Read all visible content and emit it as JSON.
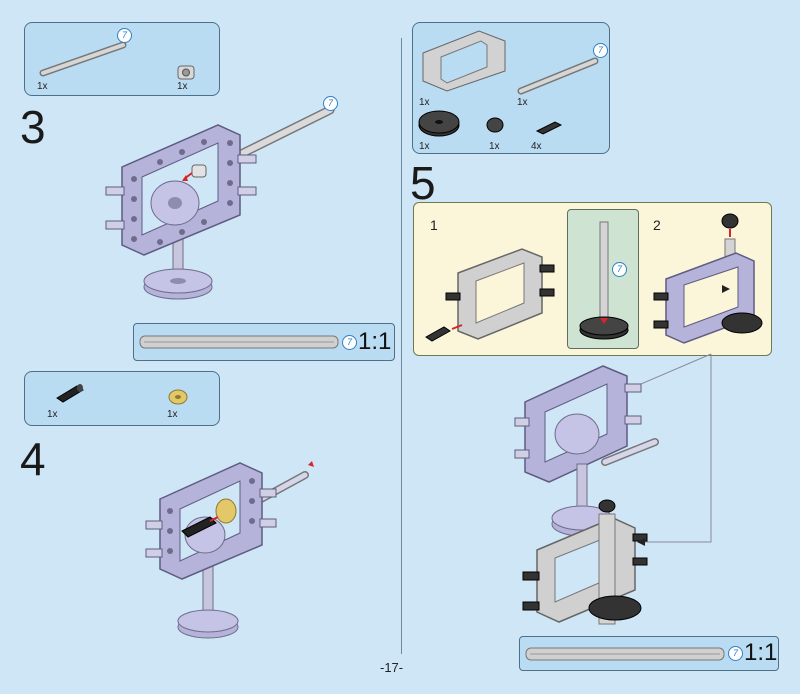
{
  "page": {
    "number": "-17-"
  },
  "steps": {
    "s3": {
      "number": "3",
      "parts": [
        {
          "qty": "1x",
          "part": "axle"
        },
        {
          "qty": "1x",
          "part": "bush"
        }
      ],
      "axle_length": "7",
      "scale": "1:1"
    },
    "s4": {
      "number": "4",
      "parts": [
        {
          "qty": "1x",
          "part": "connector-pin"
        },
        {
          "qty": "1x",
          "part": "tan-gear"
        }
      ]
    },
    "s5": {
      "number": "5",
      "parts": [
        {
          "qty": "1x",
          "part": "frame"
        },
        {
          "qty": "1x",
          "part": "axle"
        },
        {
          "qty": "1x",
          "part": "gear-24"
        },
        {
          "qty": "1x",
          "part": "gear-8"
        },
        {
          "qty": "4x",
          "part": "pin"
        }
      ],
      "axle_length": "7",
      "sub": {
        "one": "1",
        "two": "2"
      },
      "scale": "1:1"
    }
  },
  "colors": {
    "background": "#cfe6f6",
    "partbox": "#b9dcf3",
    "callout": "#fbf6da",
    "frame_lilac": "#b6b3db",
    "frame_grey": "#c9c9c9",
    "accent_blue": "#2f7fc6",
    "arrow_red": "#d4262b"
  },
  "icons": [
    "axle-icon",
    "bush-icon",
    "frame-icon",
    "gear-icon",
    "pin-icon",
    "connector-pin-icon",
    "tan-gear-icon"
  ]
}
